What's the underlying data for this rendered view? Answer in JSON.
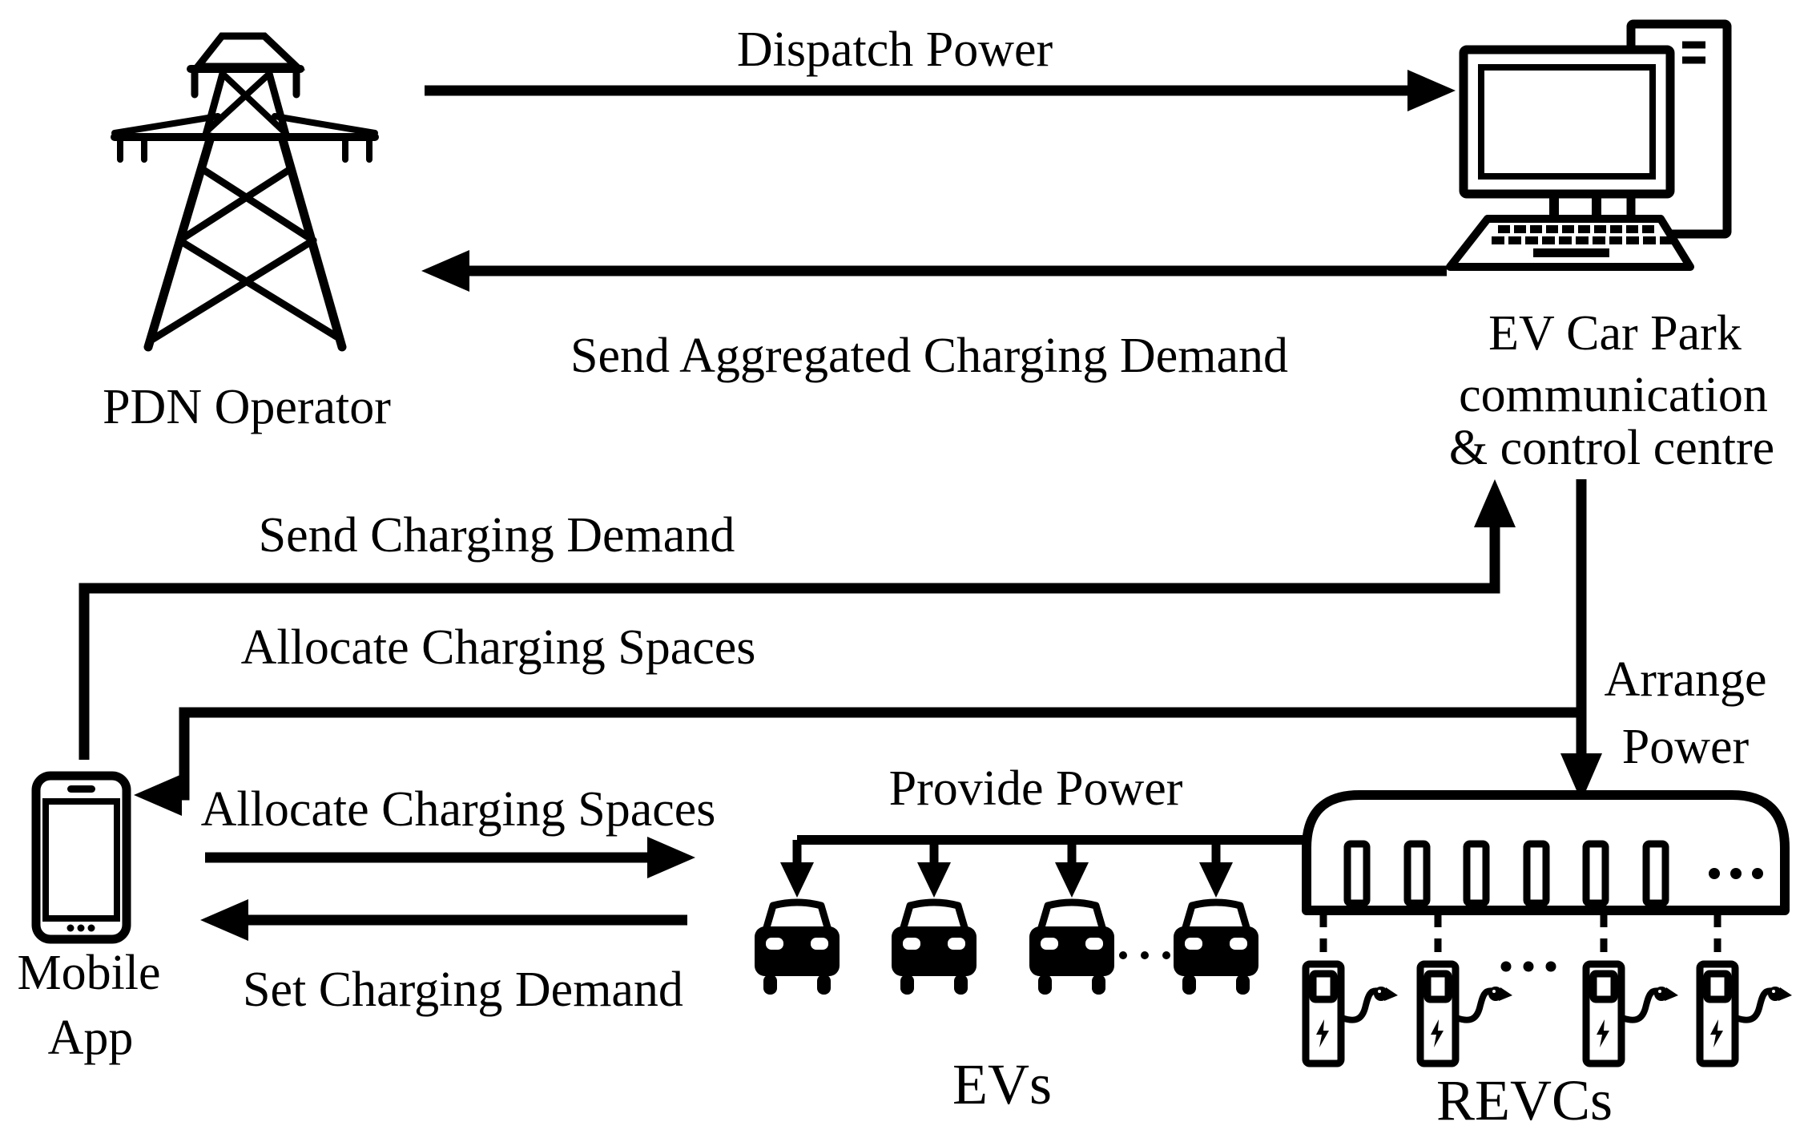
{
  "colors": {
    "ink": "#000000",
    "background": "#ffffff"
  },
  "nodes": {
    "pdn_operator": {
      "label": "PDN Operator",
      "icon": "transmission-tower-icon"
    },
    "control_centre": {
      "label_lines": [
        "EV Car Park",
        "communication",
        "& control centre"
      ],
      "icon": "desktop-computer-icon"
    },
    "mobile_app": {
      "label_lines": [
        "Mobile",
        "App"
      ],
      "icon": "smartphone-icon"
    },
    "evs": {
      "label": "EVs",
      "icon": "car-icon",
      "cars_shown": 4,
      "ellipsis": "···"
    },
    "revcs": {
      "label": "REVCs",
      "icon": "ev-charger-icon",
      "chargers_shown": 4,
      "island_slots_shown": 6,
      "ellipsis_island": "···",
      "ellipsis_chargers": "···"
    }
  },
  "flows": [
    {
      "label": "Dispatch Power",
      "from": "pdn_operator",
      "to": "control_centre"
    },
    {
      "label": "Send Aggregated Charging Demand",
      "from": "control_centre",
      "to": "pdn_operator"
    },
    {
      "label": "Send Charging Demand",
      "from": "mobile_app",
      "to": "control_centre"
    },
    {
      "label": "Allocate Charging Spaces",
      "from": "control_centre",
      "to": "mobile_app"
    },
    {
      "label_lines": [
        "Arrange",
        "Power"
      ],
      "from": "control_centre",
      "to": "revcs"
    },
    {
      "label": "Allocate Charging Spaces",
      "from": "mobile_app",
      "to": "evs"
    },
    {
      "label": "Set Charging Demand",
      "from": "evs",
      "to": "mobile_app"
    },
    {
      "label": "Provide Power",
      "from": "revcs",
      "to": "evs"
    }
  ]
}
